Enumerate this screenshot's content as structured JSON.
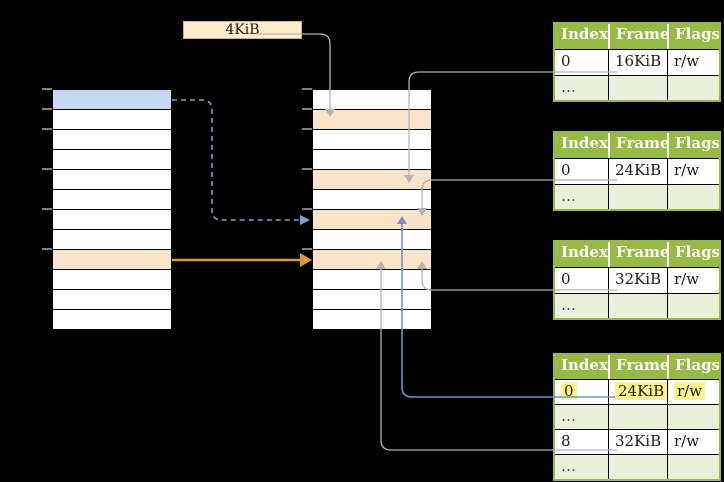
{
  "page_size_box": {
    "label": "4KiB"
  },
  "virtual_memory": {
    "row_count": 12,
    "blue_row_index": 0,
    "orange_row_index": 8,
    "tick_marks_at_rows": [
      0,
      1,
      2,
      4,
      6,
      8
    ]
  },
  "page_table": {
    "row_count": 12,
    "orange_row_indexes": [
      1,
      4,
      6,
      8
    ],
    "tick_marks_at_rows": [
      0,
      1,
      2,
      4,
      6,
      8
    ]
  },
  "frame_tables": [
    {
      "headers": [
        "Index",
        "Frame",
        "Flags"
      ],
      "rows": [
        {
          "cells": [
            "0",
            "16KiB",
            "r/w"
          ],
          "shaded": false,
          "highlight": false
        },
        {
          "cells": [
            "…",
            "",
            ""
          ],
          "shaded": true,
          "highlight": false
        }
      ]
    },
    {
      "headers": [
        "Index",
        "Frame",
        "Flags"
      ],
      "rows": [
        {
          "cells": [
            "0",
            "24KiB",
            "r/w"
          ],
          "shaded": false,
          "highlight": false
        },
        {
          "cells": [
            "…",
            "",
            ""
          ],
          "shaded": true,
          "highlight": false
        }
      ]
    },
    {
      "headers": [
        "Index",
        "Frame",
        "Flags"
      ],
      "rows": [
        {
          "cells": [
            "0",
            "32KiB",
            "r/w"
          ],
          "shaded": false,
          "highlight": false
        },
        {
          "cells": [
            "…",
            "",
            ""
          ],
          "shaded": true,
          "highlight": false
        }
      ]
    },
    {
      "headers": [
        "Index",
        "Frame",
        "Flags"
      ],
      "rows": [
        {
          "cells": [
            "0",
            "24KiB",
            "r/w"
          ],
          "shaded": false,
          "highlight": true
        },
        {
          "cells": [
            "…",
            "",
            ""
          ],
          "shaded": true,
          "highlight": false
        },
        {
          "cells": [
            "8",
            "32KiB",
            "r/w"
          ],
          "shaded": false,
          "highlight": false
        },
        {
          "cells": [
            "…",
            "",
            ""
          ],
          "shaded": true,
          "highlight": false
        }
      ]
    }
  ],
  "colors": {
    "table_green": "#96ba44",
    "shaded_row_green": "#eaf1db",
    "highlight_yellow": "#fdf58c",
    "virtual_blue_row": "#c6d9f1",
    "orange_row": "#fbe3ca",
    "page_size_box_fill": "#fdeec9",
    "page_size_box_border": "#c9b77c",
    "connector_gray": "#b3b3b3",
    "connector_blue": "#7191c8",
    "connector_dashed_blue": "#7da0d0",
    "connector_orange": "#dd9b2d",
    "tick_gray": "#7f7f7f"
  }
}
